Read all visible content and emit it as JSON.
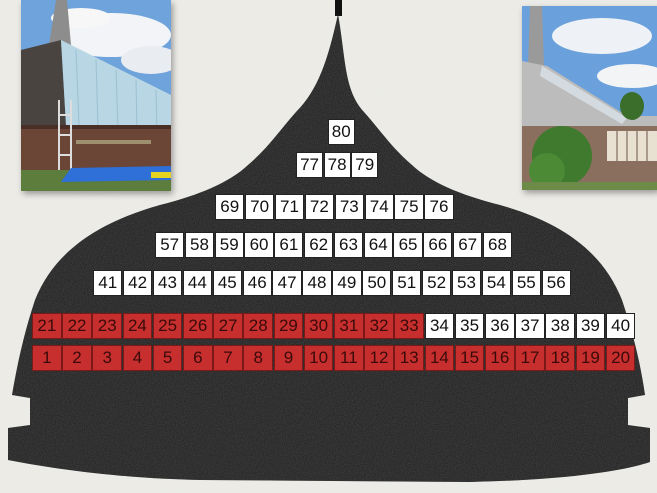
{
  "tiles": {
    "labels": [
      "1",
      "2",
      "3",
      "4",
      "5",
      "6",
      "7",
      "8",
      "9",
      "10",
      "11",
      "12",
      "13",
      "14",
      "15",
      "16",
      "17",
      "18",
      "19",
      "20",
      "21",
      "22",
      "23",
      "24",
      "25",
      "26",
      "27",
      "28",
      "29",
      "30",
      "31",
      "32",
      "33",
      "34",
      "35",
      "36",
      "37",
      "38",
      "39",
      "40",
      "41",
      "42",
      "43",
      "44",
      "45",
      "46",
      "47",
      "48",
      "49",
      "50",
      "51",
      "52",
      "53",
      "54",
      "55",
      "56",
      "57",
      "58",
      "59",
      "60",
      "61",
      "62",
      "63",
      "64",
      "65",
      "66",
      "67",
      "68",
      "69",
      "70",
      "71",
      "72",
      "73",
      "74",
      "75",
      "76",
      "77",
      "78",
      "79",
      "80"
    ],
    "filled_count": 33,
    "filled_color": "#c62f2d",
    "empty_color": "#ffffff"
  },
  "photos": {
    "left": "church-exterior-scaffolding-photo",
    "right": "church-roof-steeple-photo"
  },
  "colors": {
    "roof": "#1b1b1b",
    "background": "#ecebe6",
    "sky": "#5d93d6",
    "brick": "#6b4536"
  }
}
